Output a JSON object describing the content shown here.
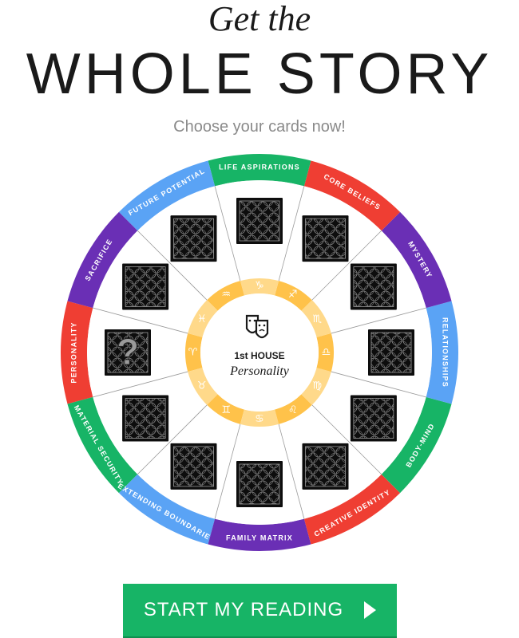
{
  "header": {
    "kicker": "Get the",
    "title": "WHOLE STORY",
    "subtitle": "Choose your cards now!"
  },
  "wheel": {
    "houses": [
      {
        "label": "PERSONALITY",
        "color": "#ef3e33",
        "card": "question",
        "sign": "aries",
        "glyph": "♈"
      },
      {
        "label": "MATERIAL SECURITY",
        "color": "#17b466",
        "card": "pattern",
        "sign": "taurus",
        "glyph": "♉"
      },
      {
        "label": "EXTENDING BOUNDARIES",
        "color": "#5aa3f5",
        "card": "pattern",
        "sign": "gemini",
        "glyph": "♊"
      },
      {
        "label": "FAMILY MATRIX",
        "color": "#6a2fb5",
        "card": "pattern",
        "sign": "cancer",
        "glyph": "♋"
      },
      {
        "label": "CREATIVE IDENTITY",
        "color": "#ef3e33",
        "card": "pattern",
        "sign": "leo",
        "glyph": "♌"
      },
      {
        "label": "BODY-MIND",
        "color": "#17b466",
        "card": "pattern",
        "sign": "virgo",
        "glyph": "♍"
      },
      {
        "label": "RELATIONSHIPS",
        "color": "#5aa3f5",
        "card": "pattern",
        "sign": "libra",
        "glyph": "♎"
      },
      {
        "label": "MYSTERY",
        "color": "#6a2fb5",
        "card": "pattern",
        "sign": "scorpio",
        "glyph": "♏"
      },
      {
        "label": "CORE BELIEFS",
        "color": "#ef3e33",
        "card": "pattern",
        "sign": "sagittarius",
        "glyph": "♐"
      },
      {
        "label": "LIFE ASPIRATIONS",
        "color": "#17b466",
        "card": "pattern",
        "sign": "capricorn",
        "glyph": "♑"
      },
      {
        "label": "FUTURE POTENTIAL",
        "color": "#5aa3f5",
        "card": "pattern",
        "sign": "aquarius",
        "glyph": "♒"
      },
      {
        "label": "SACRIFICE",
        "color": "#6a2fb5",
        "card": "pattern",
        "sign": "pisces",
        "glyph": "♓"
      }
    ],
    "center": {
      "house": "1st HOUSE",
      "name": "Personality",
      "icon": "theater-masks-icon"
    },
    "zodiac_ring_colors": [
      "#ffc24a",
      "#ffd98a"
    ]
  },
  "cta": {
    "label": "START MY READING",
    "icon": "play-arrow-icon",
    "color": "#17b466"
  }
}
